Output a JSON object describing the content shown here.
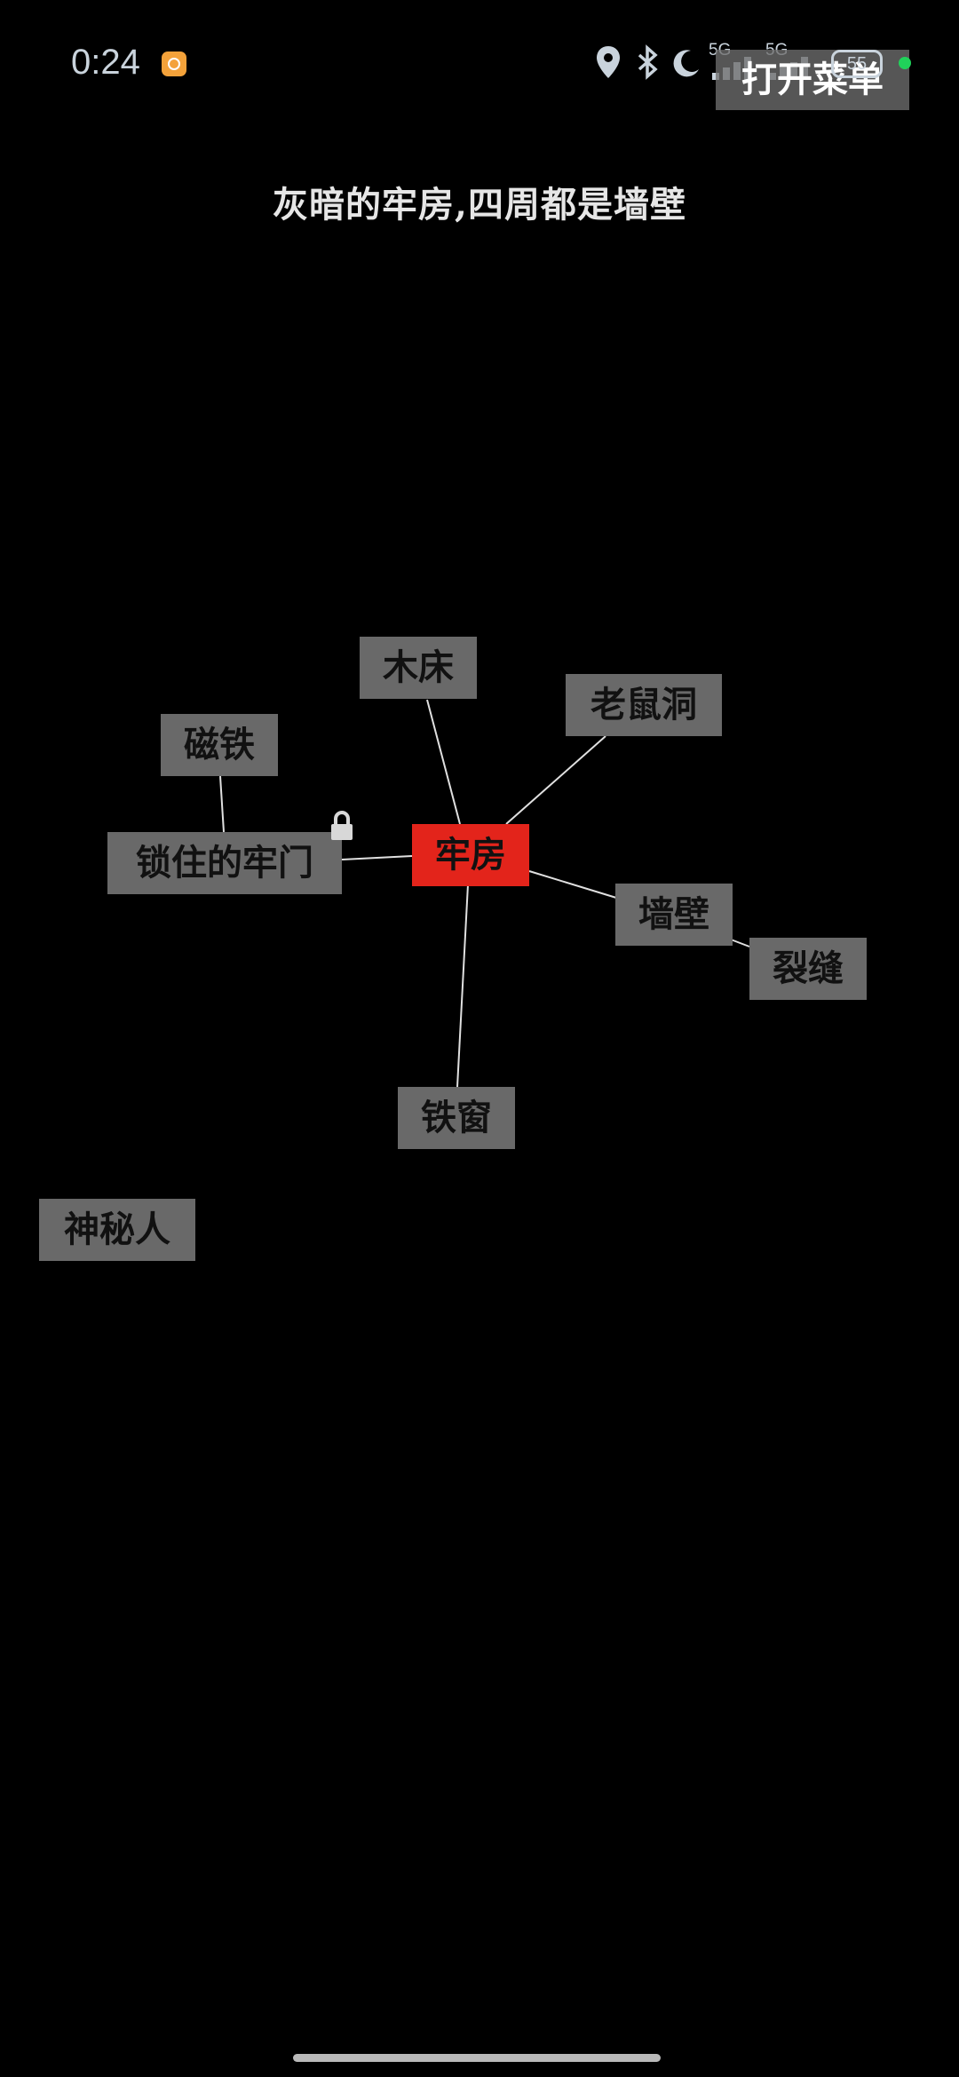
{
  "status_bar": {
    "time": "0:24",
    "network_1": "5G",
    "network_2": "5G",
    "battery": "55",
    "icons": [
      "app-notification-icon",
      "location-icon",
      "bluetooth-icon",
      "moon-icon",
      "signal-icon",
      "signal-icon",
      "battery-icon"
    ],
    "accent_dot_color": "#20d25a"
  },
  "menu": {
    "open_label": "打开菜单"
  },
  "scene": {
    "title": "灰暗的牢房,四周都是墙壁"
  },
  "graph": {
    "center": "牢房",
    "nodes": {
      "wooden_bed": "木床",
      "rat_hole": "老鼠洞",
      "magnet": "磁铁",
      "locked_door": "锁住的牢门",
      "prison": "牢房",
      "wall": "墙壁",
      "crack": "裂缝",
      "iron_window": "铁窗",
      "mystery_person": "神秘人"
    },
    "colors": {
      "node_bg": "#696969",
      "active_bg": "#e3241b",
      "edge": "#e0e0e0"
    }
  }
}
